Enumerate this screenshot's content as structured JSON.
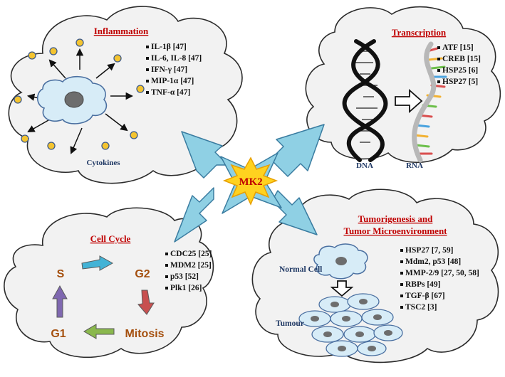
{
  "center": {
    "label": "MK2"
  },
  "inflammation": {
    "title": "Inflammation",
    "items": [
      "IL-1β [47]",
      "IL-6, IL-8 [47]",
      "IFN-γ [47]",
      "MIP-1α [47]",
      "TNF-α [47]"
    ],
    "cytokines_label": "Cytokines"
  },
  "transcription": {
    "title": "Transcription",
    "items": [
      "ATF [15]",
      "CREB [15]",
      "HSP25 [6]",
      "HSP27 [5]"
    ],
    "dna_label": "DNA",
    "rna_label": "RNA"
  },
  "cell_cycle": {
    "title": "Cell Cycle",
    "phases": {
      "s": "S",
      "g2": "G2",
      "mitosis": "Mitosis",
      "g1": "G1"
    },
    "items": [
      "CDC25 [25]",
      "MDM2 [25]",
      "p53 [52]",
      "Plk1 [26]"
    ]
  },
  "tumorigenesis": {
    "title_line1": "Tumorigenesis and",
    "title_line2": "Tumor Microenvironment",
    "normal_cell_label": "Normal Cell",
    "tumour_label": "Tumour",
    "items": [
      "HSP27 [7, 59]",
      "Mdm2, p53 [48]",
      "MMP-2/9 [27, 50, 58]",
      "RBPs [49]",
      "TGF-β [67]",
      "TSC2 [3]"
    ]
  },
  "colors": {
    "cloud_fill": "#f2f2f2",
    "cloud_stroke": "#2b2b2b",
    "arrow_fill": "#8fd0e4",
    "arrow_stroke": "#3a7ca0",
    "star_fill": "#ffd21f",
    "star_stroke": "#e8a000",
    "title_color": "#c00000",
    "label_color": "#1f3864",
    "cell_fill": "#d7ecf7",
    "cell_stroke": "#4a6fa0",
    "nucleus": "#6d6d6d",
    "cytokine_fill": "#f4c430",
    "cytokine_stroke": "#3d5a8a",
    "phase_text": "#a5500f"
  },
  "icons": {
    "bullet": "square-bullet-icon",
    "hollow_arrow": "hollow-arrow-icon",
    "dna": "dna-helix-icon",
    "rna": "rna-strand-icon"
  }
}
